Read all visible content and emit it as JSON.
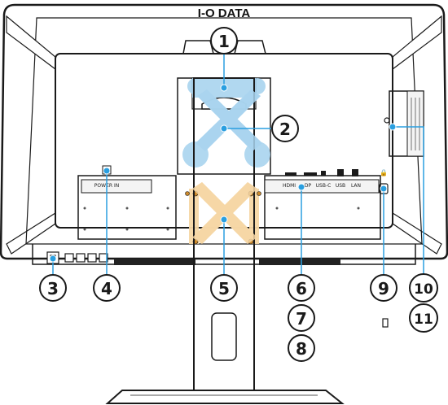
{
  "brand": "I-O DATA",
  "ports": {
    "hdmi": "HDMI",
    "dp": "DP",
    "usbc": "USB-C",
    "usb": "USB",
    "lan": "LAN",
    "power": "POWER IN"
  },
  "callouts": [
    "1",
    "2",
    "3",
    "4",
    "5",
    "6",
    "7",
    "8",
    "9",
    "10",
    "11"
  ],
  "colors": {
    "highlight_upper": "#a9d4ef",
    "highlight_lower": "#f6d7a6",
    "leader_line": "#2a9fe0",
    "outline": "#1a1a1a"
  }
}
